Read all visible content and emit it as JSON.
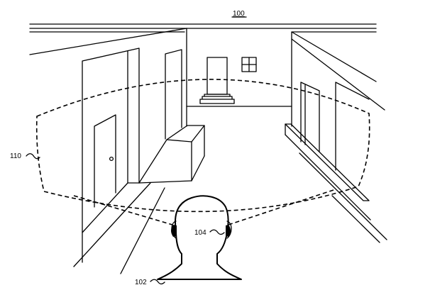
{
  "figure": {
    "title": "100",
    "labels": {
      "field_of_view": "110",
      "person": "102",
      "ear_device": "104"
    }
  }
}
